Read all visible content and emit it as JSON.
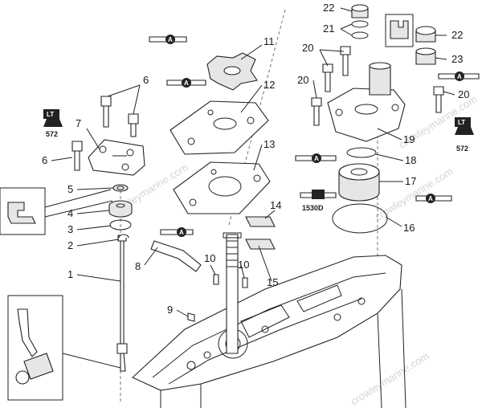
{
  "watermark": "crowleymarine.com",
  "callouts": [
    "1",
    "2",
    "3",
    "4",
    "5",
    "6",
    "6",
    "7",
    "8",
    "9",
    "10",
    "10",
    "11",
    "12",
    "13",
    "14",
    "15",
    "16",
    "17",
    "18",
    "19",
    "20",
    "20",
    "20",
    "21",
    "22",
    "22",
    "23"
  ],
  "tags": {
    "lt572": "LT",
    "lt572_code": "572",
    "grease": "A",
    "sealant_code": "1530D"
  },
  "colors": {
    "line": "#222222",
    "shade": "#e6e6e6",
    "watermark": "#d4d4d4"
  }
}
